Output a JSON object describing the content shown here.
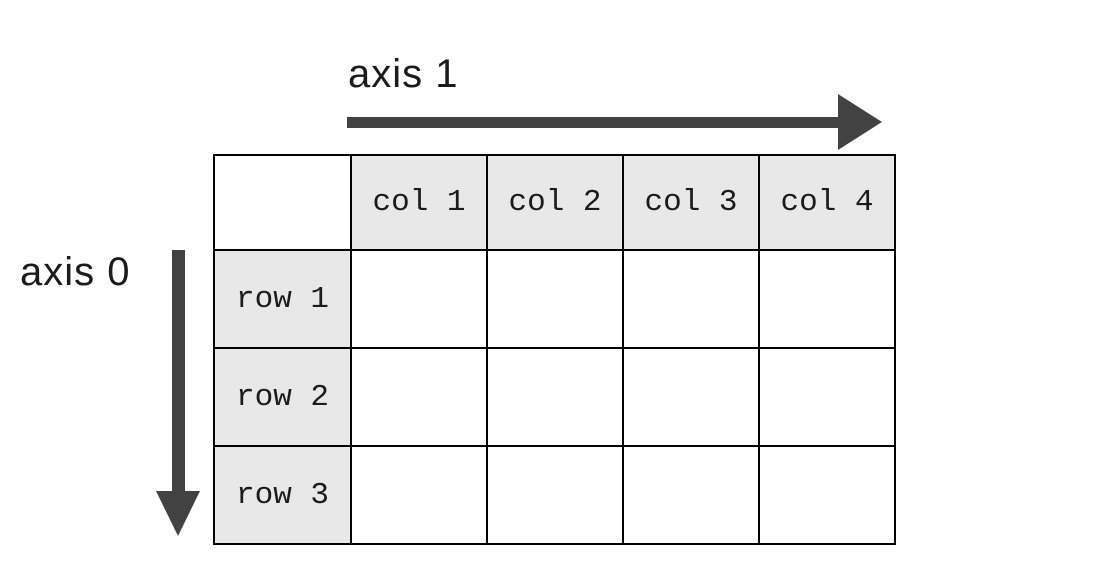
{
  "diagram_title": "array axes diagram",
  "axis1": {
    "label": "axis 1",
    "direction": "right"
  },
  "axis0": {
    "label": "axis 0",
    "direction": "down"
  },
  "table": {
    "col_headers": [
      "col 1",
      "col 2",
      "col 3",
      "col 4"
    ],
    "row_headers": [
      "row 1",
      "row 2",
      "row 3"
    ],
    "n_rows": 3,
    "n_cols": 4,
    "body_cells_empty": true
  },
  "colors": {
    "arrow": "#424242",
    "header_bg": "#e8e8e8",
    "border": "#000000",
    "text": "#1b1b1b",
    "canvas_bg": "#ffffff"
  }
}
